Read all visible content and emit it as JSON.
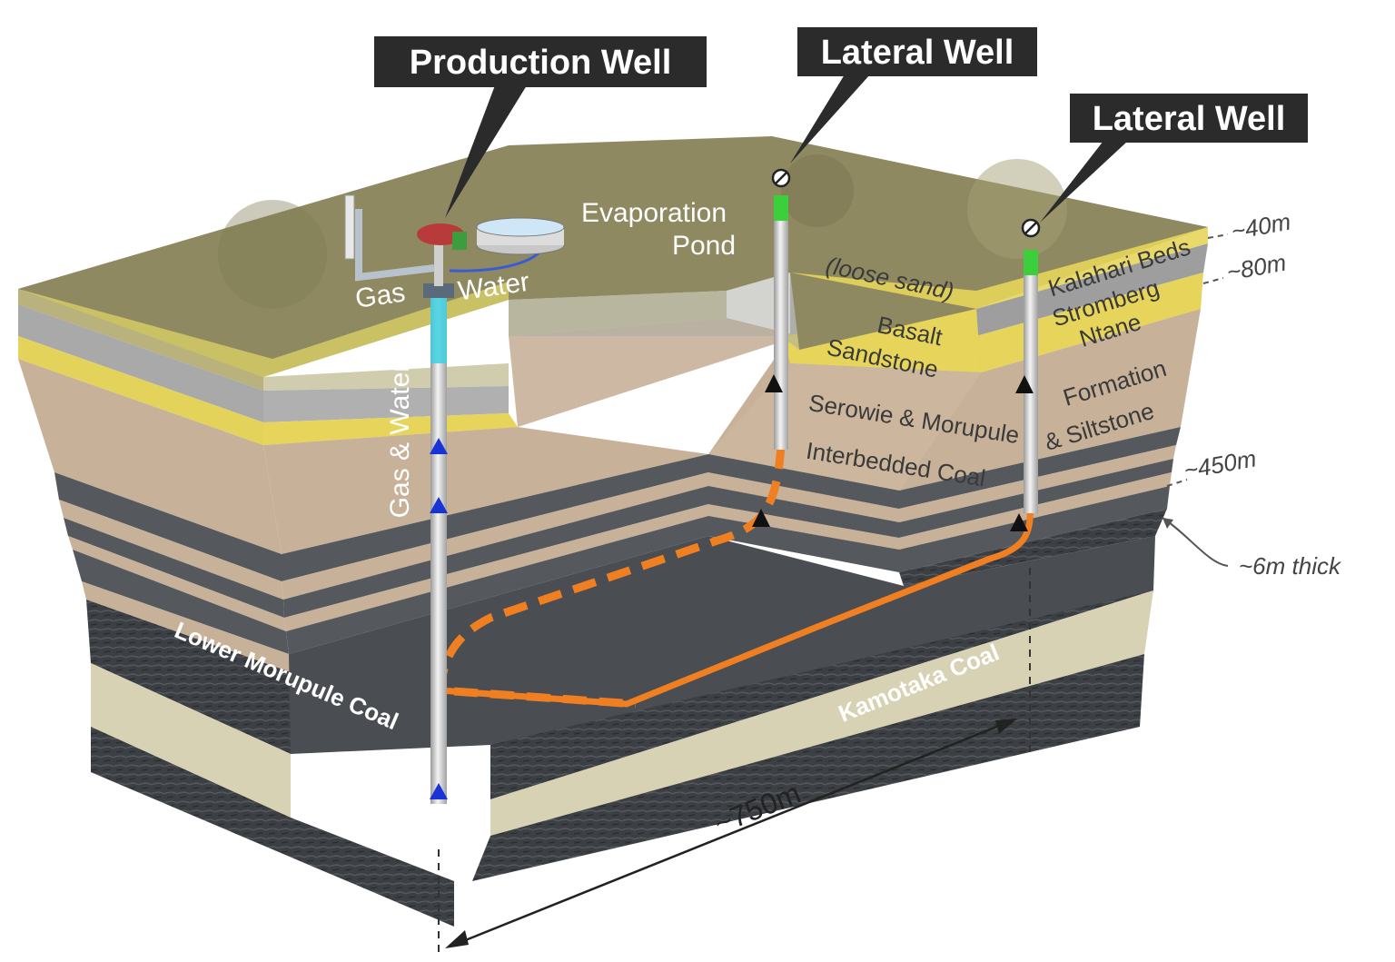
{
  "callouts": {
    "production_well": "Production Well",
    "lateral_well_1": "Lateral Well",
    "lateral_well_2": "Lateral Well"
  },
  "surface": {
    "evaporation_pond_line1": "Evaporation",
    "evaporation_pond_line2": "Pond",
    "gas": "Gas",
    "water": "Water",
    "gas_and_water": "Gas & Water"
  },
  "layers": {
    "loose_sand": "(loose sand)",
    "kalahari_beds": "Kalahari Beds",
    "basalt": "Basalt",
    "stromberg": "Stromberg",
    "sandstone": "Sandstone",
    "ntane": "Ntane",
    "serowie_line": "Serowie  &  Morupule",
    "formation": "Formation",
    "interbedded_line": "Interbedded   Coal",
    "siltstone": "& Siltstone",
    "lower_morupule_coal": "Lower Morupule Coal",
    "kamotaka_coal": "Kamotaka Coal"
  },
  "depths": {
    "d40": "~40m",
    "d80": "~80m",
    "d450": "~450m",
    "thick": "~6m thick"
  },
  "distance": {
    "span": "~750m"
  },
  "colors": {
    "callout_bg": "#2b2b2b",
    "grass_top": "#8f8a64",
    "sand_yellow": "#e6d55a",
    "basalt_grey": "#a6a6a6",
    "formation_tan": "#c8b199",
    "coal_dark": "#3e4145",
    "pale_band": "#d8d2b4",
    "lateral_orange": "#f07f22",
    "arrow_blue": "#1a33d6",
    "cap_green": "#3ccf3c",
    "casing_cyan": "#3fd0e0"
  }
}
